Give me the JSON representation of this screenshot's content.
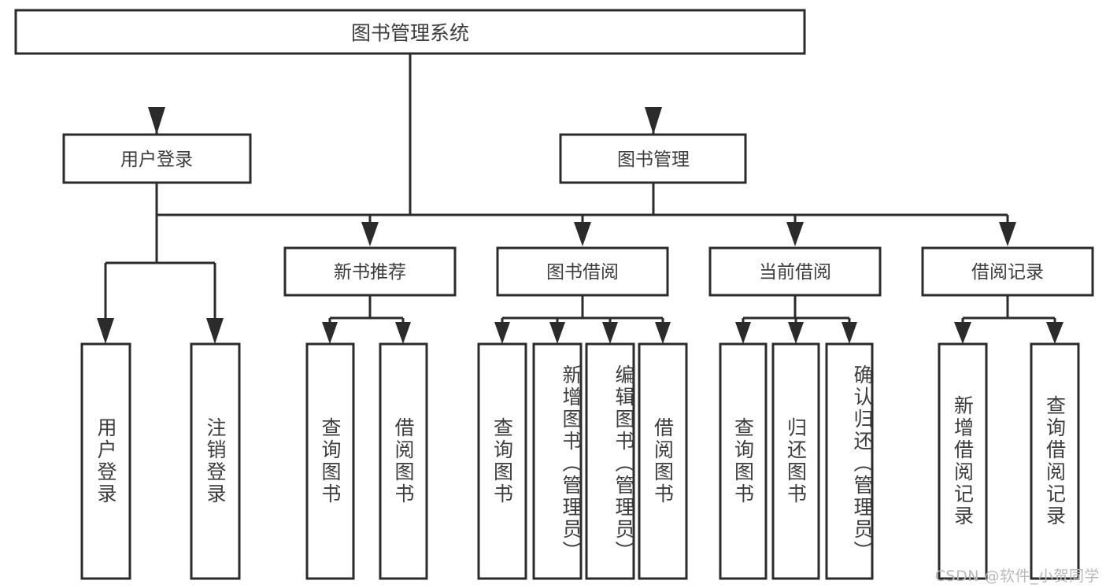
{
  "diagram": {
    "type": "tree-hierarchy",
    "title": "图书管理系统",
    "watermark": "CSDN @软件_小贺同学",
    "colors": {
      "stroke": "#2b2b2b",
      "fill": "#ffffff",
      "text": "#3d3d3d",
      "watermark": "#b9b9b9",
      "background": "#ffffff"
    },
    "root": {
      "label": "图书管理系统"
    },
    "level1": [
      {
        "label": "用户登录"
      },
      {
        "label": "图书管理"
      }
    ],
    "level2": [
      {
        "label": "新书推荐"
      },
      {
        "label": "图书借阅"
      },
      {
        "label": "当前借阅"
      },
      {
        "label": "借阅记录"
      }
    ],
    "leaves": {
      "user_login": [
        {
          "label": "用户登录"
        },
        {
          "label": "注销登录"
        }
      ],
      "new_book_recommend": [
        {
          "label": "查询图书"
        },
        {
          "label": "借阅图书"
        }
      ],
      "book_borrow": [
        {
          "label": "查询图书"
        },
        {
          "label": "新增图书（管理员）"
        },
        {
          "label": "编辑图书（管理员）"
        },
        {
          "label": "借阅图书"
        }
      ],
      "current_borrow": [
        {
          "label": "查询图书"
        },
        {
          "label": "归还图书"
        },
        {
          "label": "确认归还（管理员）"
        }
      ],
      "borrow_record": [
        {
          "label": "新增借阅记录"
        },
        {
          "label": "查询借阅记录"
        }
      ]
    }
  }
}
